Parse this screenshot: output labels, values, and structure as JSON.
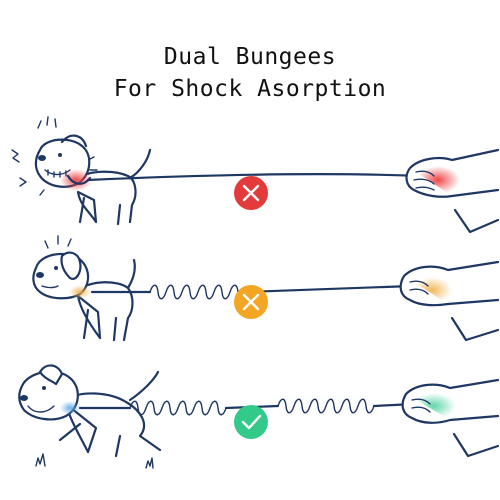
{
  "heading": {
    "line1": "Dual Bungees",
    "line2": "For Shock Asorption"
  },
  "rows": [
    {
      "status": "bad",
      "badge_color": "#e33b3b",
      "glow_color": "#ef3d3d",
      "icon": "x-icon"
    },
    {
      "status": "meh",
      "badge_color": "#f3a623",
      "glow_color": "#f0b04a",
      "icon": "x-icon"
    },
    {
      "status": "good",
      "badge_color": "#33c98a",
      "glow_color": "#4fd2a0",
      "icon": "check-icon"
    }
  ],
  "colors": {
    "line": "#1f3763",
    "accent_blue": "#5aa7e6"
  }
}
